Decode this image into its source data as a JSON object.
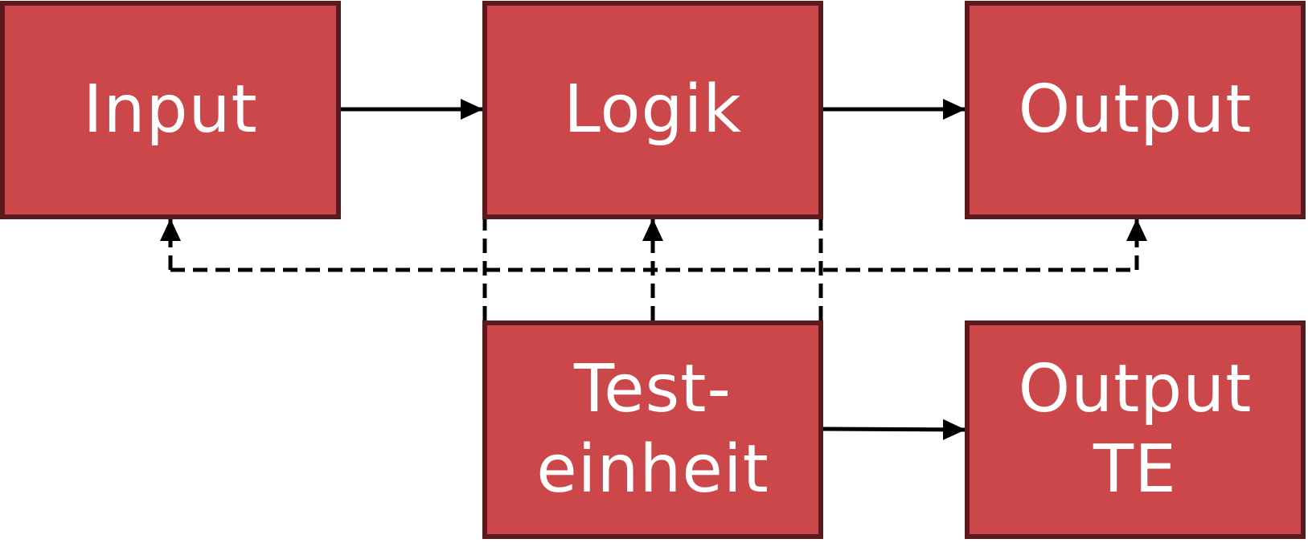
{
  "colors": {
    "box_fill": "#cc474a",
    "box_border": "#5c1a1d",
    "box_text": "#ffffff",
    "connector": "#000000"
  },
  "boxes": {
    "input": {
      "line1": "Input"
    },
    "logik": {
      "line1": "Logik"
    },
    "output": {
      "line1": "Output"
    },
    "test_unit": {
      "line1": "Test-",
      "line2": "einheit"
    },
    "output_te": {
      "line1": "Output",
      "line2": "TE"
    }
  }
}
